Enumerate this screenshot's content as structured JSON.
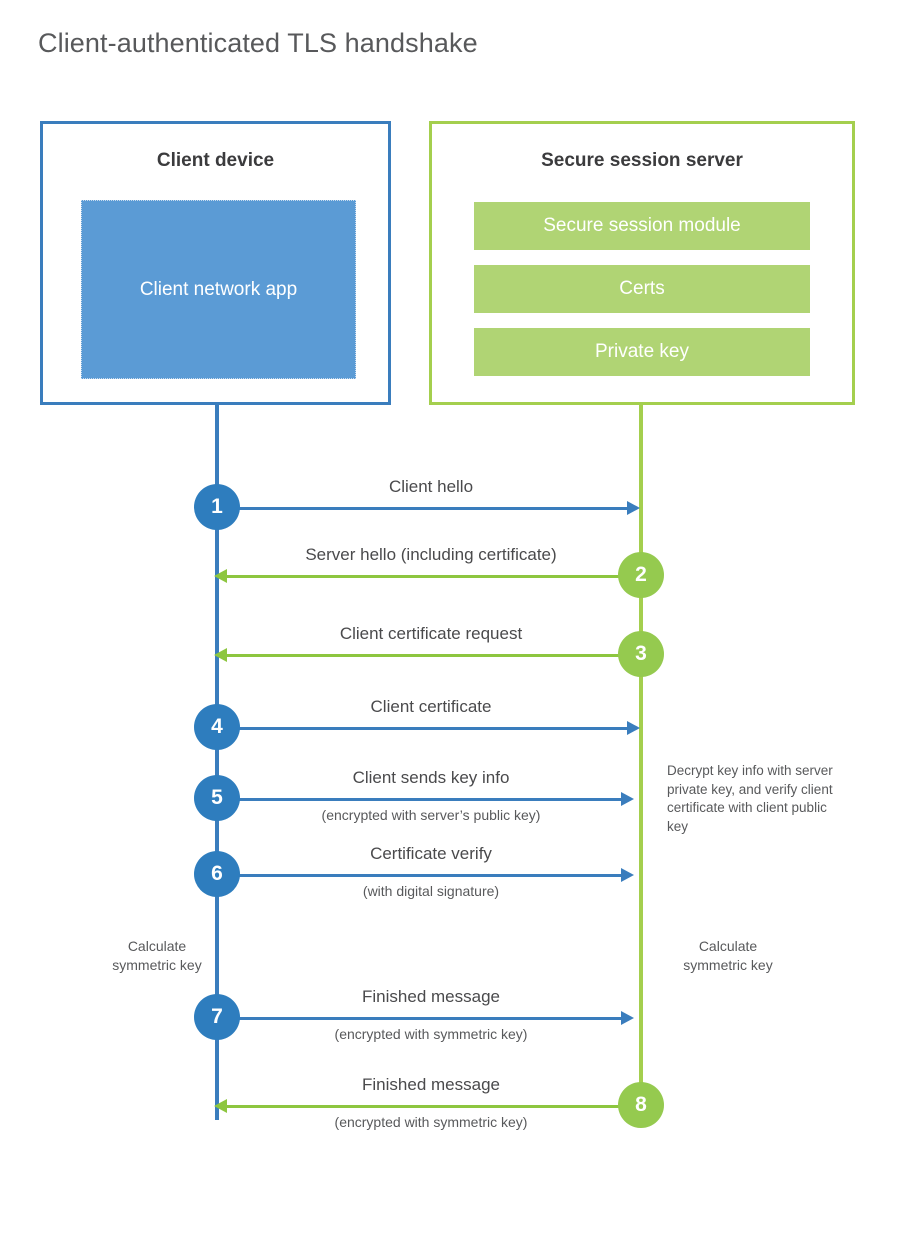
{
  "title": "Client-authenticated TLS handshake",
  "colors": {
    "client_accent": "#3a7dbd",
    "client_circle": "#2e7dbe",
    "client_app_fill": "#5b9bd5",
    "server_accent": "#a4cf4e",
    "server_circle": "#95ca4f",
    "server_bar_fill": "#b0d474",
    "text": "#58595b"
  },
  "actors": {
    "client": {
      "title": "Client device",
      "component": "Client network app"
    },
    "server": {
      "title": "Secure session server",
      "components": [
        "Secure session module",
        "Certs",
        "Private key"
      ]
    }
  },
  "messages": [
    {
      "step": "1",
      "label": "Client hello",
      "sublabel": "",
      "direction": "client-to-server"
    },
    {
      "step": "2",
      "label": "Server hello (including certificate)",
      "sublabel": "",
      "direction": "server-to-client"
    },
    {
      "step": "3",
      "label": "Client certificate request",
      "sublabel": "",
      "direction": "server-to-client"
    },
    {
      "step": "4",
      "label": "Client certificate",
      "sublabel": "",
      "direction": "client-to-server"
    },
    {
      "step": "5",
      "label": "Client sends key info",
      "sublabel": "(encrypted with server’s public key)",
      "direction": "client-to-server"
    },
    {
      "step": "6",
      "label": "Certificate verify",
      "sublabel": "(with digital signature)",
      "direction": "client-to-server"
    },
    {
      "step": "7",
      "label": "Finished message",
      "sublabel": "(encrypted with symmetric key)",
      "direction": "client-to-server"
    },
    {
      "step": "8",
      "label": "Finished message",
      "sublabel": "(encrypted with symmetric key)",
      "direction": "server-to-client"
    }
  ],
  "notes": {
    "server_decrypt": "Decrypt key info with server private key, and verify client certificate with client public key",
    "client_calculate": "Calculate\nsymmetric key",
    "server_calculate": "Calculate\nsymmetric key"
  }
}
